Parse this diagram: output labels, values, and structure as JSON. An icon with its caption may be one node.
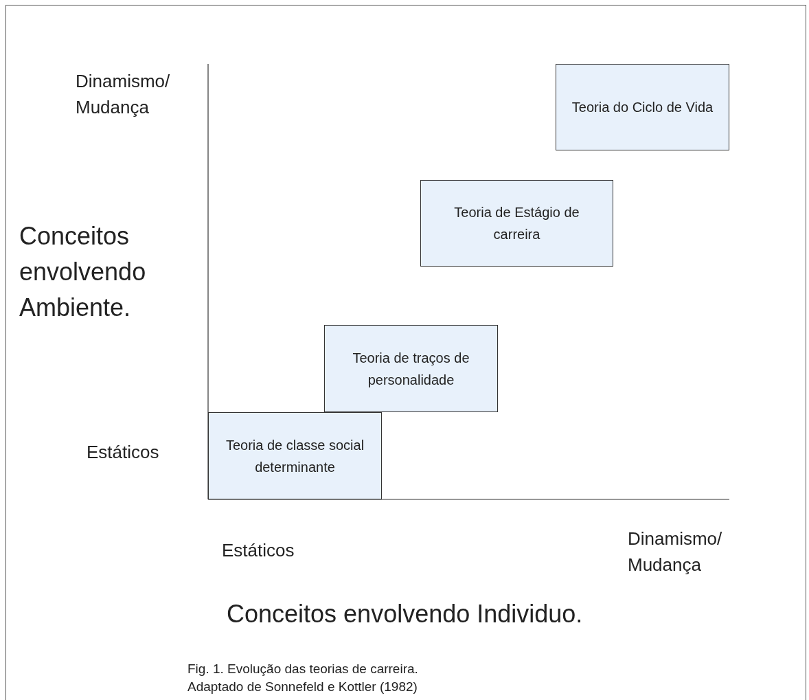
{
  "diagram": {
    "caption": "Fig. 1. Evolução das teorias de carreira.",
    "nodes": [
      {
        "text": [
          "Teoria do Ciclo de Vida"
        ]
      },
      {
        "text": [
          "Teoria de Estágio de carreira"
        ]
      },
      {
        "text": [
          "Teoria de traços de personalidade"
        ]
      },
      {
        "text": [
          "Teoria de classe social determinante"
        ]
      }
    ],
    "labels": [
      "Dinamismo/ Mudança",
      "Conceitos envolvendo Ambiente.",
      "Estáticos",
      "Estáticos",
      "Dinamismo/ Mudança",
      "Conceitos envolvendo Individuo.",
      "Adaptado de Sonnefeld e Kottler (1982)"
    ]
  }
}
